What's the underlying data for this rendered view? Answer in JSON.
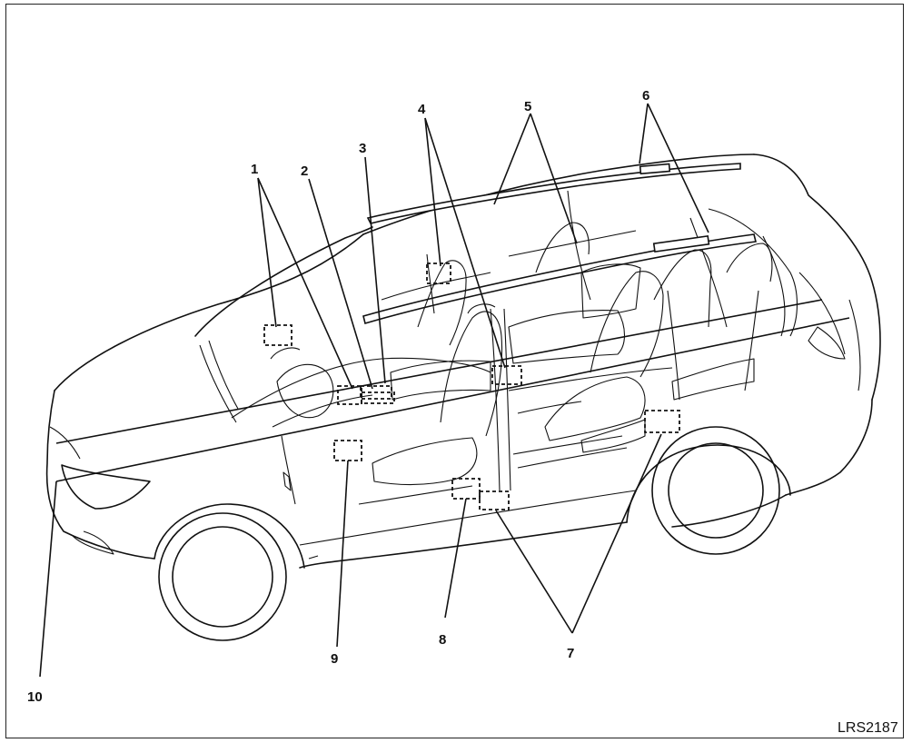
{
  "figure_code": "LRS2187",
  "callouts": [
    {
      "id": "callout-1",
      "text": "1"
    },
    {
      "id": "callout-2",
      "text": "2"
    },
    {
      "id": "callout-3",
      "text": "3"
    },
    {
      "id": "callout-4",
      "text": "4"
    },
    {
      "id": "callout-5",
      "text": "5"
    },
    {
      "id": "callout-6",
      "text": "6"
    },
    {
      "id": "callout-7",
      "text": "7"
    },
    {
      "id": "callout-8",
      "text": "8"
    },
    {
      "id": "callout-9",
      "text": "9"
    },
    {
      "id": "callout-10",
      "text": "10"
    }
  ]
}
